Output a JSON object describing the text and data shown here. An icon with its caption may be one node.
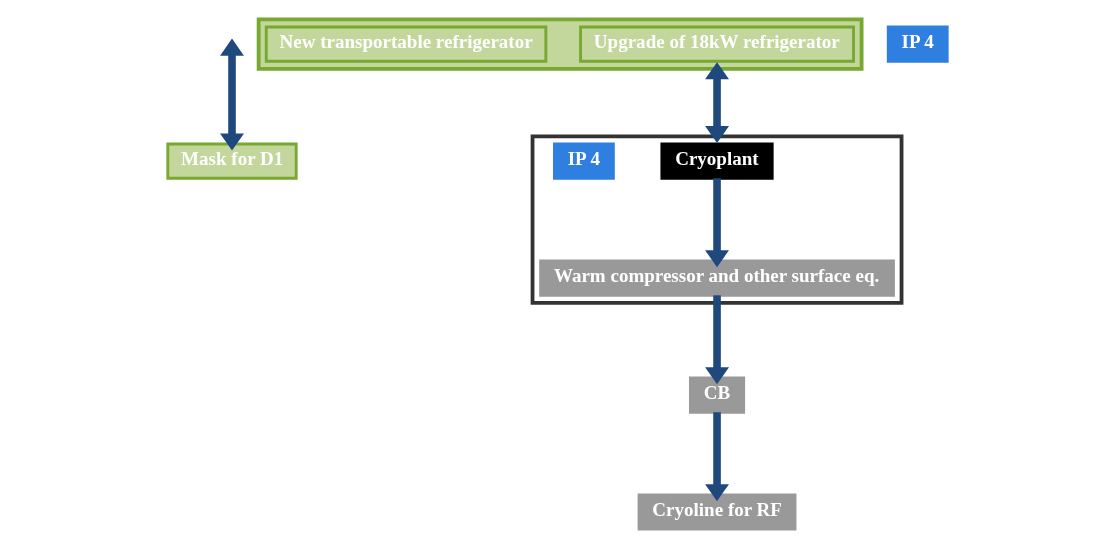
{
  "diagram": {
    "nodes": [
      {
        "text": [
          "Mask for D1"
        ]
      },
      {
        "text": [],
        "shape": "box"
      },
      {
        "text": [
          "Upgrade of 18kW refrigerator"
        ],
        "in": 1
      },
      {
        "text": [
          "New transportable refrigerator"
        ],
        "in": 1
      },
      {
        "text": [
          "IP 4"
        ]
      },
      {
        "text": [],
        "shape": "box"
      },
      {
        "text": [
          "Cryoplant"
        ],
        "in": 5
      },
      {
        "text": [
          "IP 4"
        ],
        "in": 5
      },
      {
        "text": [
          "Warm compressor and other surface eq."
        ],
        "in": 5
      },
      {
        "text": [
          "CB"
        ]
      },
      {
        "text": [
          "Cryoline for RF"
        ]
      }
    ],
    "edges": [
      {
        "from": null,
        "to": 0,
        "arrow": "both"
      },
      {
        "from": 1,
        "to": 5,
        "arrow": "both"
      },
      {
        "from": 6,
        "to": 8,
        "arrow": "to"
      },
      {
        "from": 8,
        "to": 9,
        "arrow": "to"
      },
      {
        "from": 9,
        "to": 10,
        "arrow": "to"
      }
    ]
  }
}
